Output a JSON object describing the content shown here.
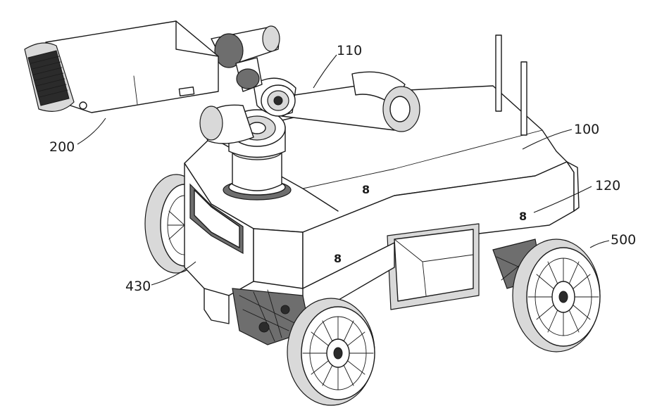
{
  "figure": {
    "reference_labels": {
      "arm": "110",
      "body": "100",
      "side_panel": "120",
      "camera": "200",
      "suspension": "430",
      "wheel": "500"
    },
    "body_marks": {
      "top": "8",
      "side_left": "8",
      "side_right": "8"
    }
  }
}
